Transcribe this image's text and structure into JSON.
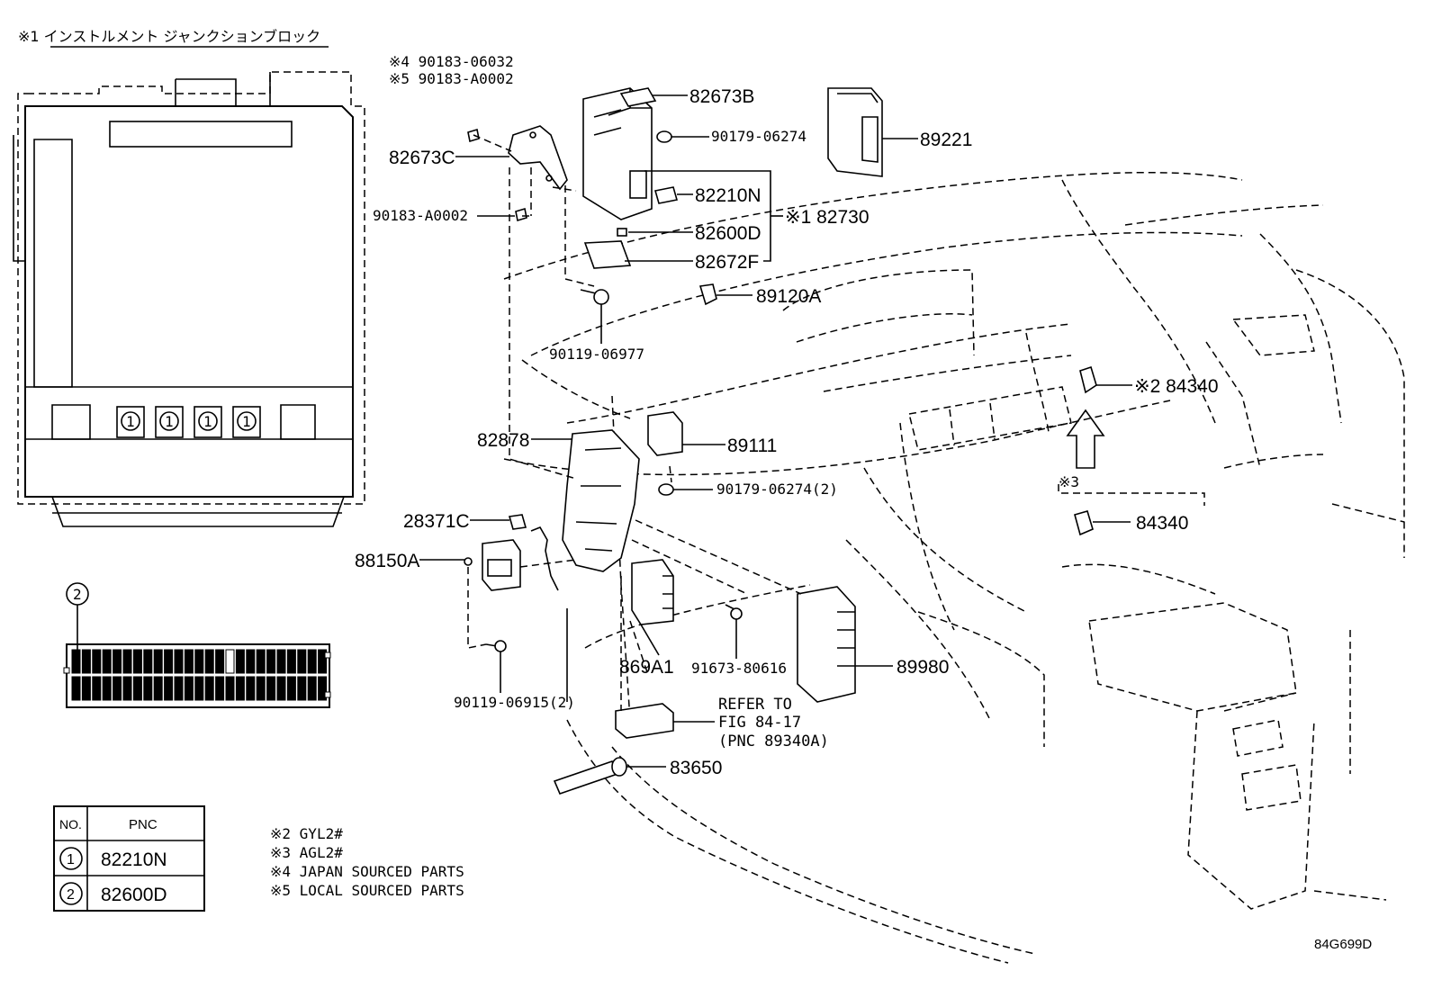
{
  "header_note": "※1 インストルメント ジャンクションブロック",
  "callouts": {
    "c82673B": "82673B",
    "c90179_06274": "90179-06274",
    "c89221": "89221",
    "c82673C": "82673C",
    "c82210N": "82210N",
    "c82730": "※1 82730",
    "c90183_A0002": "90183-A0002",
    "c82600D": "82600D",
    "c82672F": "82672F",
    "c89120A": "89120A",
    "c90119_06977": "90119-06977",
    "c84340_2": "※2 84340",
    "c82878": "82878",
    "c89111": "89111",
    "c90179_06274_2": "90179-06274(2)",
    "c28371C": "28371C",
    "c88150A": "88150A",
    "c3": "※3",
    "c84340": "84340",
    "c869A1": "869A1",
    "c91673_80616": "91673-80616",
    "c89980": "89980",
    "c90119_06915": "90119-06915(2)",
    "refer_line1": "REFER TO",
    "refer_line2": "FIG 84-17",
    "refer_line3": "(PNC 89340A)",
    "c83650": "83650",
    "note4": "※4 90183-06032",
    "note5": "※5 90183-A0002"
  },
  "junction_markers": [
    "1",
    "1",
    "1",
    "1"
  ],
  "fuse_marker": "2",
  "table": {
    "headers": [
      "NO.",
      "PNC"
    ],
    "rows": [
      {
        "no": "1",
        "pnc": "82210N"
      },
      {
        "no": "2",
        "pnc": "82600D"
      }
    ]
  },
  "footnotes": [
    "※2 GYL2#",
    "※3 AGL2#",
    "※4 JAPAN SOURCED PARTS",
    "※5 LOCAL SOURCED PARTS"
  ],
  "figure_code": "84G699D"
}
